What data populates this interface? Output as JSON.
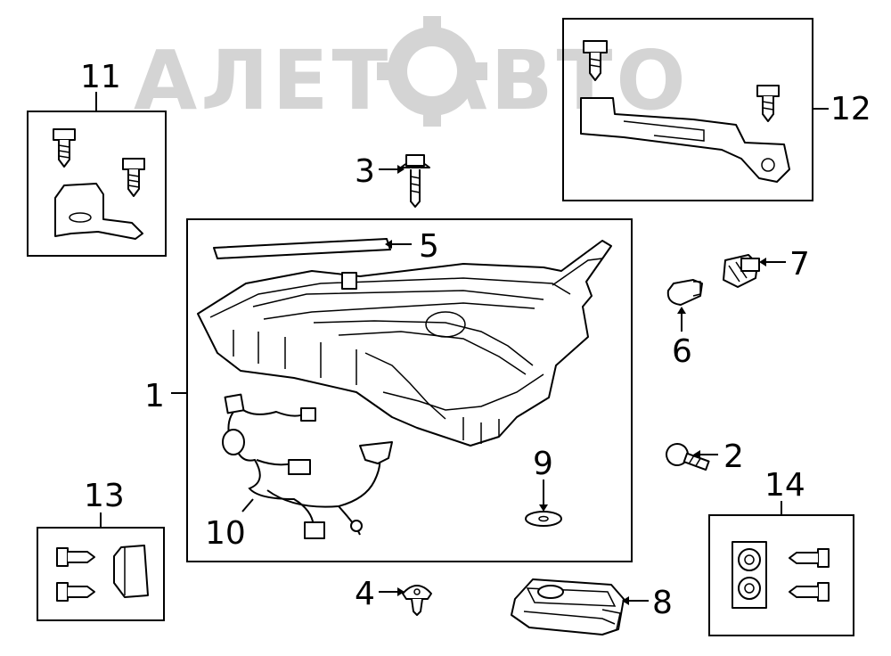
{
  "watermark": {
    "text": "АЛЕТ АВТО",
    "gear": "gear-logo-icon"
  },
  "callouts": {
    "c1": "1",
    "c2": "2",
    "c3": "3",
    "c4": "4",
    "c5": "5",
    "c6": "6",
    "c7": "7",
    "c8": "8",
    "c9": "9",
    "c10": "10",
    "c11": "11",
    "c12": "12",
    "c13": "13",
    "c14": "14"
  },
  "colors": {
    "line": "#000000",
    "watermark": "#d4d4d4",
    "background": "#ffffff"
  }
}
